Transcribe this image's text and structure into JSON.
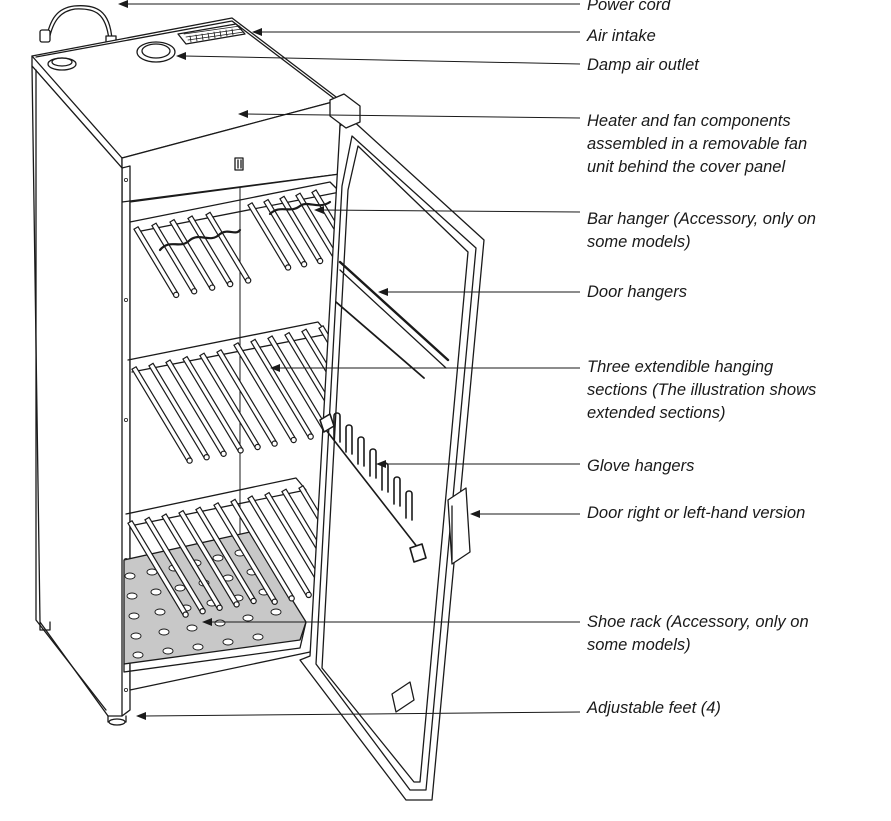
{
  "labels": [
    {
      "id": "power-cord",
      "lines": [
        "Power cord"
      ]
    },
    {
      "id": "air-intake",
      "lines": [
        "Air intake"
      ]
    },
    {
      "id": "damp-air-outlet",
      "lines": [
        "Damp air outlet"
      ]
    },
    {
      "id": "heater-fan",
      "lines": [
        "Heater and fan components",
        "assembled in a removable fan",
        "unit behind the cover panel"
      ]
    },
    {
      "id": "bar-hanger",
      "lines": [
        "Bar hanger (Accessory, only on",
        "some models)"
      ]
    },
    {
      "id": "door-hangers",
      "lines": [
        "Door hangers"
      ]
    },
    {
      "id": "hanging-sections",
      "lines": [
        "Three extendible hanging",
        "sections (The illustration shows",
        "extended sections)"
      ]
    },
    {
      "id": "glove-hangers",
      "lines": [
        "Glove hangers"
      ]
    },
    {
      "id": "door-version",
      "lines": [
        "Door right or left-hand version"
      ]
    },
    {
      "id": "shoe-rack",
      "lines": [
        "Shoe rack (Accessory, only on",
        "some models)"
      ]
    },
    {
      "id": "adjustable-feet",
      "lines": [
        "Adjustable feet (4)"
      ]
    }
  ],
  "colors": {
    "line": "#1a1a1a",
    "shade": "#c8c8c8",
    "rod_fill": "#ffffff"
  }
}
